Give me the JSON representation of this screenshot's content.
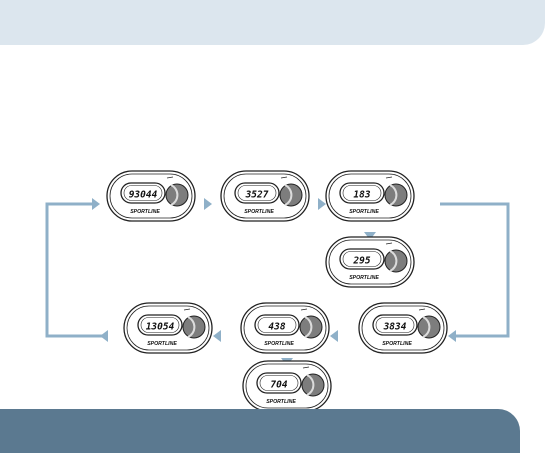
{
  "theme": {
    "top_band_color": "#dce6ee",
    "bottom_band_color": "#5b7990",
    "connector_color": "#8fb0c8"
  },
  "devices": [
    {
      "id": "d1",
      "display": "93044",
      "brand": "SPORTLINE"
    },
    {
      "id": "d2",
      "display": "3527",
      "brand": "SPORTLINE"
    },
    {
      "id": "d3",
      "display": "183",
      "brand": "SPORTLINE"
    },
    {
      "id": "d4",
      "display": "295",
      "brand": "SPORTLINE"
    },
    {
      "id": "d5",
      "display": "3834",
      "brand": "SPORTLINE"
    },
    {
      "id": "d6",
      "display": "438",
      "brand": "SPORTLINE"
    },
    {
      "id": "d7",
      "display": "13054",
      "brand": "SPORTLINE"
    },
    {
      "id": "d8",
      "display": "704",
      "brand": "SPORTLINE"
    }
  ]
}
